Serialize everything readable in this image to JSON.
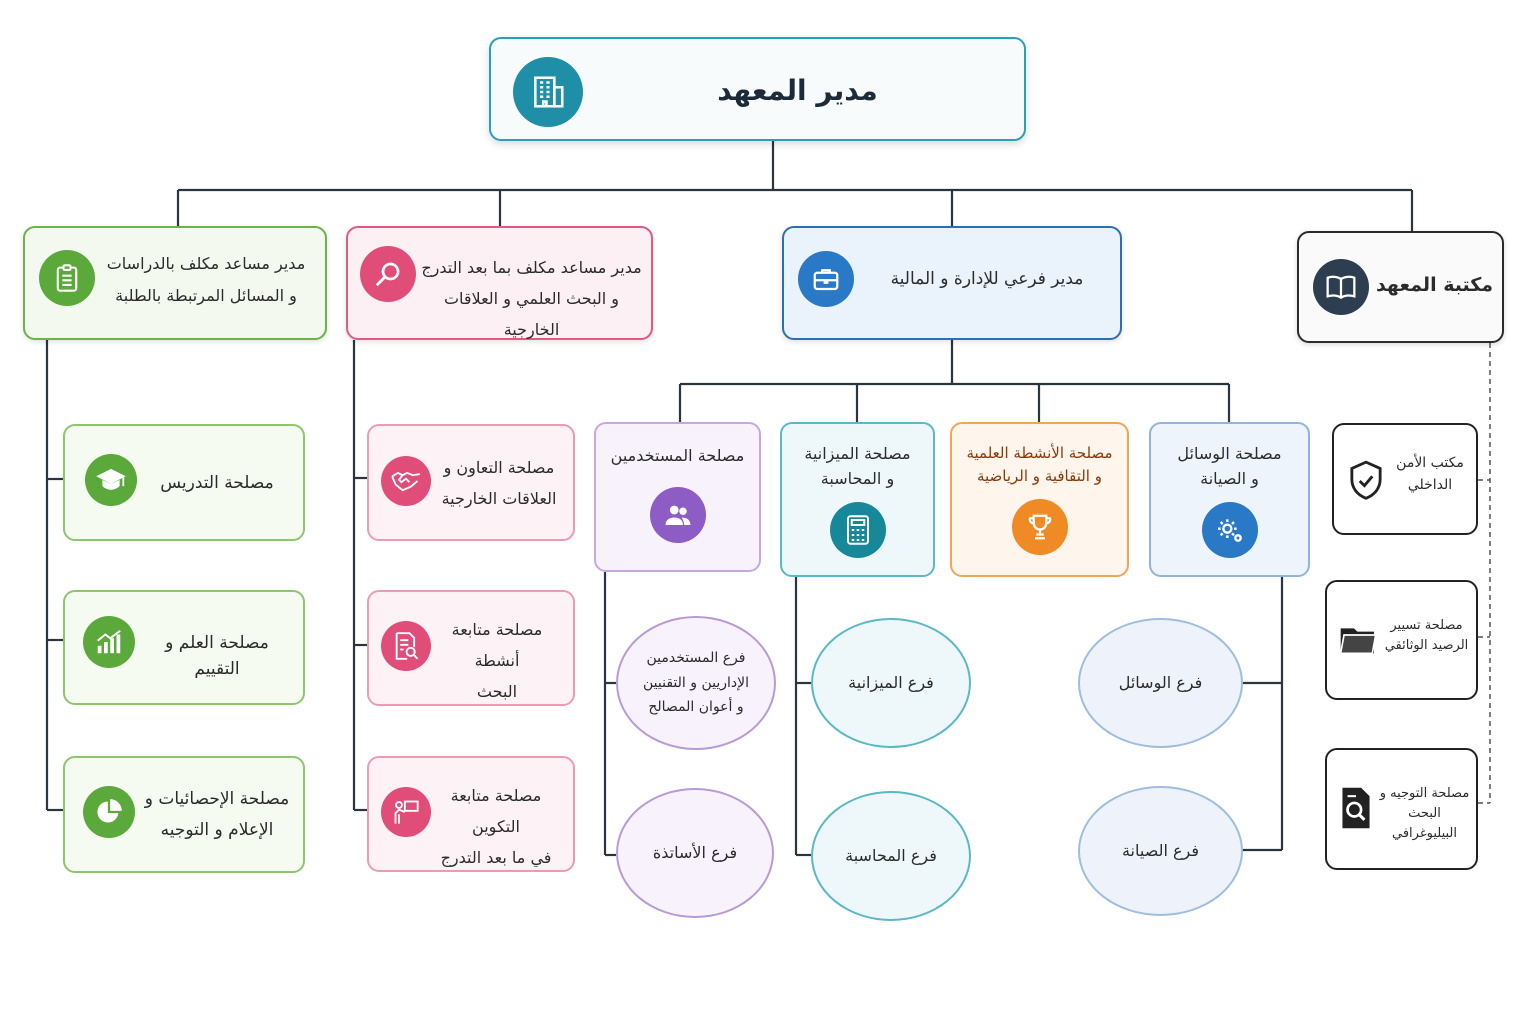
{
  "root": {
    "title": "مدير المعهد",
    "icon": "building-icon",
    "accent": "#1f8fa8"
  },
  "library": {
    "label": "مكتبة المعهد",
    "icon": "open-book-icon",
    "accent": "#2c3e50",
    "offices": [
      {
        "lines": [
          "مكتب الأمن",
          "الداخلي"
        ],
        "icon": "shield-check-icon"
      },
      {
        "lines": [
          "مصلحة تسيير",
          "الرصيد الوثائقي"
        ],
        "icon": "folder-icon"
      },
      {
        "lines": [
          "مصلحة التوجيه و",
          "البحث البيليوغرافي"
        ],
        "icon": "document-search-icon"
      }
    ]
  },
  "admin": {
    "label": "مدير فرعي للإدارة و المالية",
    "icon": "briefcase-icon",
    "accent": "#2979c6",
    "services": [
      {
        "lines": [
          "مصلحة الوسائل",
          "و الصيانة"
        ],
        "icon": "gears-icon",
        "accent": "#2979c6",
        "branches": [
          "فرع الوسائل",
          "فرع الصيانة"
        ]
      },
      {
        "lines": [
          "مصلحة الأنشطة العلمية",
          "و التقافية و الرياضية"
        ],
        "icon": "trophy-icon",
        "accent": "#f08a24"
      },
      {
        "lines": [
          "مصلحة الميزانية",
          "و المحاسبة"
        ],
        "icon": "calculator-icon",
        "accent": "#17889a",
        "branches": [
          "فرع الميزانية",
          "فرع المحاسبة"
        ]
      },
      {
        "lines": [
          "مصلحة المستخدمين"
        ],
        "icon": "users-icon",
        "accent": "#8d5cc4",
        "branches": [
          [
            "فرع المستخدمين",
            "الإداريين و التقنيين",
            "و أعوان المصالح"
          ],
          [
            "فرع الأساتذة"
          ]
        ]
      }
    ]
  },
  "research": {
    "lines": [
      "مدير مساعد مكلف بما بعد التدرج",
      "و البحث العلمي و العلاقات الخارجية"
    ],
    "icon": "magnifier-icon",
    "accent": "#e04d79",
    "services": [
      {
        "lines": [
          "مصلحة التعاون و",
          "العلاقات الخارجية"
        ],
        "icon": "handshake-icon"
      },
      {
        "lines": [
          "مصلحة متابعة أنشطة",
          "البحث"
        ],
        "icon": "research-report-icon"
      },
      {
        "lines": [
          "مصلحة متابعة التكوين",
          "في ما بعد التدرج"
        ],
        "icon": "teacher-board-icon"
      }
    ]
  },
  "studies": {
    "lines": [
      "مدير مساعد مكلف بالدراسات",
      "و المسائل المرتبطة بالطلبة"
    ],
    "icon": "clipboard-icon",
    "accent": "#5aa93a",
    "services": [
      {
        "lines": [
          "مصلحة التدريس"
        ],
        "icon": "graduation-cap-icon"
      },
      {
        "lines": [
          "مصلحة العلم و التقييم"
        ],
        "icon": "growth-chart-icon"
      },
      {
        "lines": [
          "مصلحة الإحصائيات و",
          "الإعلام و التوجيه"
        ],
        "icon": "pie-chart-icon"
      }
    ]
  }
}
